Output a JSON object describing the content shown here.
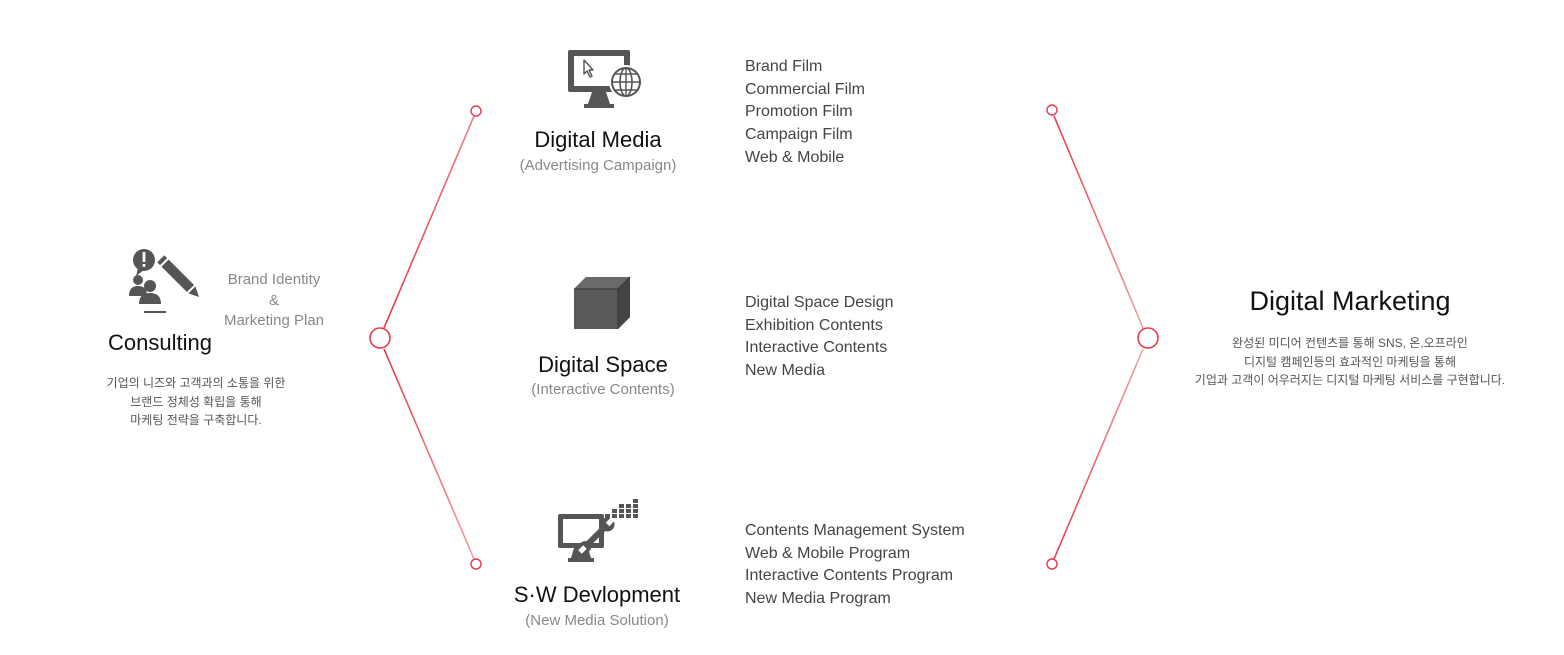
{
  "consulting": {
    "title": "Consulting",
    "side_label": [
      "Brand Identity",
      "&",
      "Marketing Plan"
    ],
    "description": [
      "기업의 니즈와 고객과의 소통을 위한",
      "브랜드 정체성 확립을 통해",
      "마케팅 전략을 구축합니다."
    ],
    "icon": "consulting-pen-icon"
  },
  "services": [
    {
      "title": "Digital Media",
      "subtitle": "(Advertising Campaign)",
      "icon": "monitor-globe-icon",
      "items": [
        "Brand Film",
        "Commercial Film",
        "Promotion Film",
        "Campaign Film",
        "Web & Mobile"
      ]
    },
    {
      "title": "Digital Space",
      "subtitle": "(Interactive Contents)",
      "icon": "cube-icon",
      "items": [
        "Digital Space Design",
        "Exhibition Contents",
        "Interactive Contents",
        "New Media"
      ]
    },
    {
      "title": "S·W Devlopment",
      "subtitle": "(New Media Solution)",
      "icon": "monitor-wrench-icon",
      "items": [
        "Contents Management System",
        "Web & Mobile Program",
        "Interactive Contents Program",
        "New Media Program"
      ]
    }
  ],
  "marketing": {
    "title": "Digital Marketing",
    "description": [
      "완성된 미디어 컨텐츠를 통해 SNS, 온,오프라인",
      "디지털 캠페인등의 효과적인 마케팅을 통해",
      "기업과 고객이 어우러지는 디지털 마케팅 서비스를 구현합니다."
    ]
  },
  "colors": {
    "accent": "#e8394f",
    "accent_light": "#f4a0a8",
    "icon": "#555555"
  }
}
